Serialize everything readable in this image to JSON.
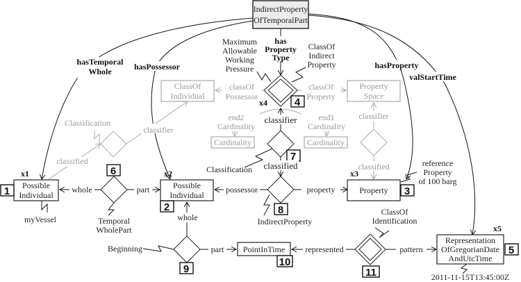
{
  "top_box": {
    "line1": "IndirectProperty",
    "line2": "OfTemporalPart"
  },
  "relations": {
    "hasTemporalWhole": [
      "hasTemporal",
      "Whole"
    ],
    "hasPossessor": "hasPossessor",
    "hasPropertyType": [
      "has",
      "Property",
      "Type"
    ],
    "hasProperty": "hasProperty",
    "valStartTime": "valStartTime"
  },
  "entities": {
    "possible_individual_1": {
      "line1": "Possible",
      "line2": "Individual",
      "number": "1",
      "var": "x1",
      "label": "myVessel"
    },
    "possible_individual_2": {
      "line1": "Possible",
      "line2": "Individual",
      "number": "2",
      "var": "x2"
    },
    "property_3": {
      "label": "Property",
      "number": "3",
      "var": "x3",
      "note": [
        "reference",
        "Property",
        "of 100 barg"
      ]
    },
    "class_of_indirect_property_4": {
      "number": "4",
      "var": "x4",
      "name": [
        "ClassOf",
        "Indirect",
        "Property"
      ],
      "label": [
        "Maximum",
        "Allowable",
        "Working",
        "Pressure"
      ]
    },
    "representation_5": {
      "line1": "Representation",
      "line2": "OfGregorianDate",
      "line3": "AndUtcTime",
      "number": "5",
      "var": "x5",
      "value": "2011-11-15T13:45:00Z"
    },
    "point_in_time_10": {
      "label": "PointInTime",
      "number": "10"
    }
  },
  "relationships": {
    "temporal_whole_part_6": {
      "number": "6",
      "name": [
        "Temporal",
        "WholePart"
      ],
      "left": "whole",
      "right": "part"
    },
    "classification_7": {
      "number": "7",
      "name": "Classification",
      "top": "classifier",
      "bottom": "classified"
    },
    "indirect_property_8": {
      "number": "8",
      "name": "IndirectProperty",
      "left": "possessor",
      "right": "property"
    },
    "beginning_9": {
      "number": "9",
      "name": "Beginning",
      "top": "whole",
      "right": "part"
    },
    "class_of_identification_11": {
      "number": "11",
      "name": [
        "ClassOf",
        "Identification"
      ],
      "left": "represented",
      "right": "pattern"
    }
  },
  "grey_context": {
    "class_of_individual": [
      "ClassOf",
      "Individual"
    ],
    "property_space": [
      "Property",
      "Space"
    ],
    "cardinality_left": "Cardinality",
    "cardinality_right": "Cardinality",
    "class_of_possessor": [
      "classOf",
      "Possessor"
    ],
    "class_of_property": [
      "classOf",
      "Property"
    ],
    "end2_cardinality": [
      "end2",
      "Cardinality"
    ],
    "end1_cardinality": [
      "end1",
      "Cardinality"
    ],
    "classification_left": {
      "name": "Classification",
      "classifier": "classifier",
      "classified": "classified"
    },
    "classification_right": {
      "classifier": "classifier",
      "classified": "classified"
    }
  },
  "colors": {
    "line": "#111111",
    "grey": "#a8a8a8",
    "top_fill": "#ececec"
  }
}
